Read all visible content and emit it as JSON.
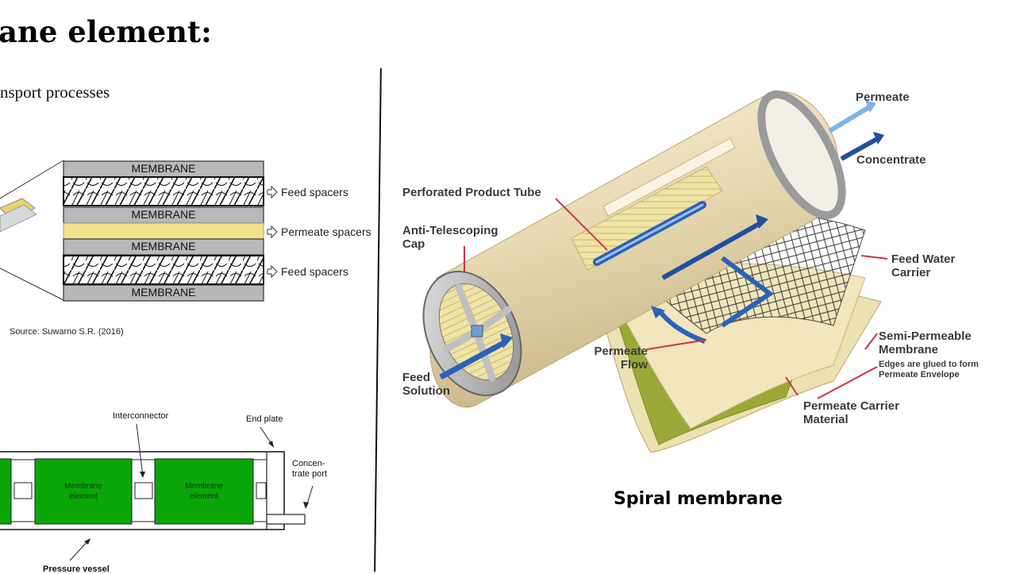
{
  "slide": {
    "title": "ane element:",
    "subtitle": "nsport processes"
  },
  "layers_diagram": {
    "layers": [
      "MEMBRANE",
      "MEMBRANE",
      "MEMBRANE",
      "MEMBRANE"
    ],
    "labels": {
      "feed_spacers_top": "Feed spacers",
      "permeate_spacers": "Permeate spacers",
      "feed_spacers_bottom": "Feed spacers"
    },
    "source": "Source: Suwarno S.R. (2016)"
  },
  "vessel_diagram": {
    "interconnector": "Interconnector",
    "end_plate": "End plate",
    "concentrate_port_line1": "Concen-",
    "concentrate_port_line2": "trate port",
    "element_line1": "Membrane",
    "element_line2": "element",
    "pressure_vessel": "Pressure vessel"
  },
  "spiral_diagram": {
    "permeate": "Permeate",
    "concentrate": "Concentrate",
    "perforated_product_tube": "Perforated Product Tube",
    "anti_telescoping_line1": "Anti-Telescoping",
    "anti_telescoping_line2": "Cap",
    "feed_water_line1": "Feed Water",
    "feed_water_line2": "Carrier",
    "semi_permeable_line1": "Semi-Permeable",
    "semi_permeable_line2": "Membrane",
    "edges_line1": "Edges are glued to form",
    "edges_line2": "Permeate Envelope",
    "permeate_flow_line1": "Permeate",
    "permeate_flow_line2": "Flow",
    "feed_solution_line1": "Feed",
    "feed_solution_line2": "Solution",
    "permeate_carrier_line1": "Permeate Carrier",
    "permeate_carrier_line2": "Material",
    "caption": "Spiral membrane"
  },
  "colors": {
    "membrane_gray": "#b8b8b8",
    "permeate_yellow": "#f2e18a",
    "element_green": "#0aa60a",
    "tube_beige": "#eadcb8",
    "flow_blue": "#2a62b8",
    "leader_red": "#d0314a"
  }
}
